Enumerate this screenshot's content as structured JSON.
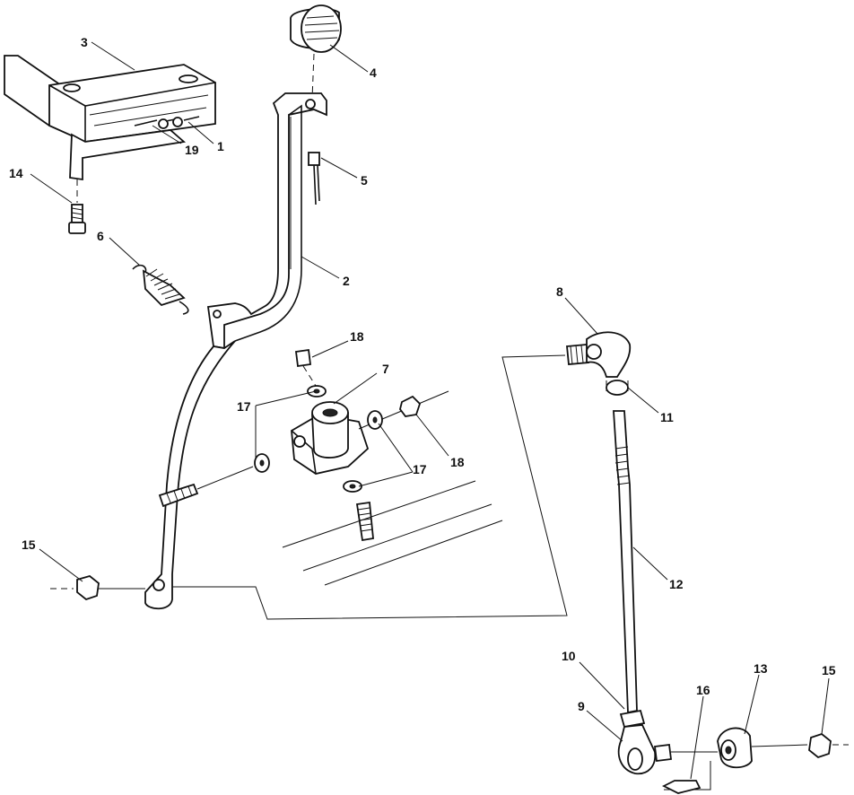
{
  "callouts": [
    {
      "id": "c3",
      "text": "3"
    },
    {
      "id": "c4",
      "text": "4"
    },
    {
      "id": "c19",
      "text": "19"
    },
    {
      "id": "c1",
      "text": "1"
    },
    {
      "id": "c14",
      "text": "14"
    },
    {
      "id": "c5",
      "text": "5"
    },
    {
      "id": "c6",
      "text": "6"
    },
    {
      "id": "c2",
      "text": "2"
    },
    {
      "id": "c8",
      "text": "8"
    },
    {
      "id": "c18a",
      "text": "18"
    },
    {
      "id": "c7",
      "text": "7"
    },
    {
      "id": "c17a",
      "text": "17"
    },
    {
      "id": "c11",
      "text": "11"
    },
    {
      "id": "c18b",
      "text": "18"
    },
    {
      "id": "c17b",
      "text": "17"
    },
    {
      "id": "c15a",
      "text": "15"
    },
    {
      "id": "c12",
      "text": "12"
    },
    {
      "id": "c10",
      "text": "10"
    },
    {
      "id": "c13",
      "text": "13"
    },
    {
      "id": "c15b",
      "text": "15"
    },
    {
      "id": "c16",
      "text": "16"
    },
    {
      "id": "c9",
      "text": "9"
    }
  ]
}
